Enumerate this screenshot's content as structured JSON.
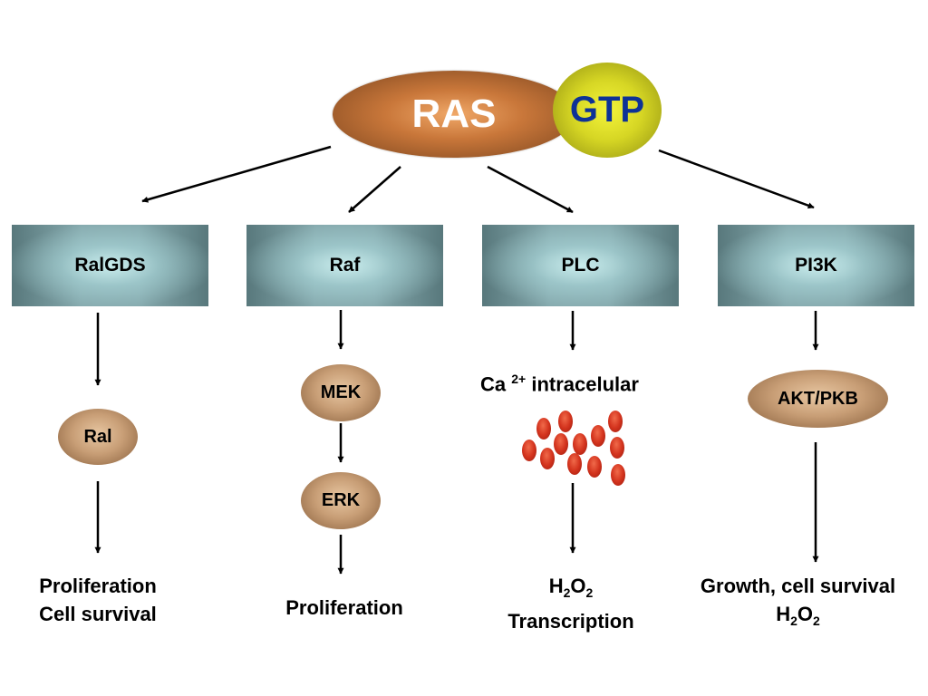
{
  "center": {
    "protein": "RAS",
    "nucleotide": "GTP"
  },
  "effectors": [
    {
      "label": "RalGDS"
    },
    {
      "label": "Raf"
    },
    {
      "label": "PLC"
    },
    {
      "label": "PI3K"
    }
  ],
  "nodes": {
    "ral": "Ral",
    "mek": "MEK",
    "erk": "ERK",
    "akt": "AKT/PKB"
  },
  "calcium": {
    "element": "Ca",
    "charge": "2+",
    "location": "intracelular"
  },
  "outcomes": {
    "ralgds_line1": "Proliferation",
    "ralgds_line2": "Cell survival",
    "raf": "Proliferation",
    "plc_h": "H",
    "plc_h_sub": "2",
    "plc_o": "O",
    "plc_o_sub": "2",
    "plc_line2": "Transcription",
    "pi3k_line1": "Growth, cell survival",
    "pi3k_h": "H",
    "pi3k_h_sub": "2",
    "pi3k_o": "O",
    "pi3k_o_sub": "2"
  },
  "colors": {
    "ras": "#b5692e",
    "gtp": "#d6d624",
    "gtp_text": "#0e3296",
    "effector_box": "#86aaae",
    "node": "#c89e76",
    "calcium_drop": "#d4341e"
  }
}
